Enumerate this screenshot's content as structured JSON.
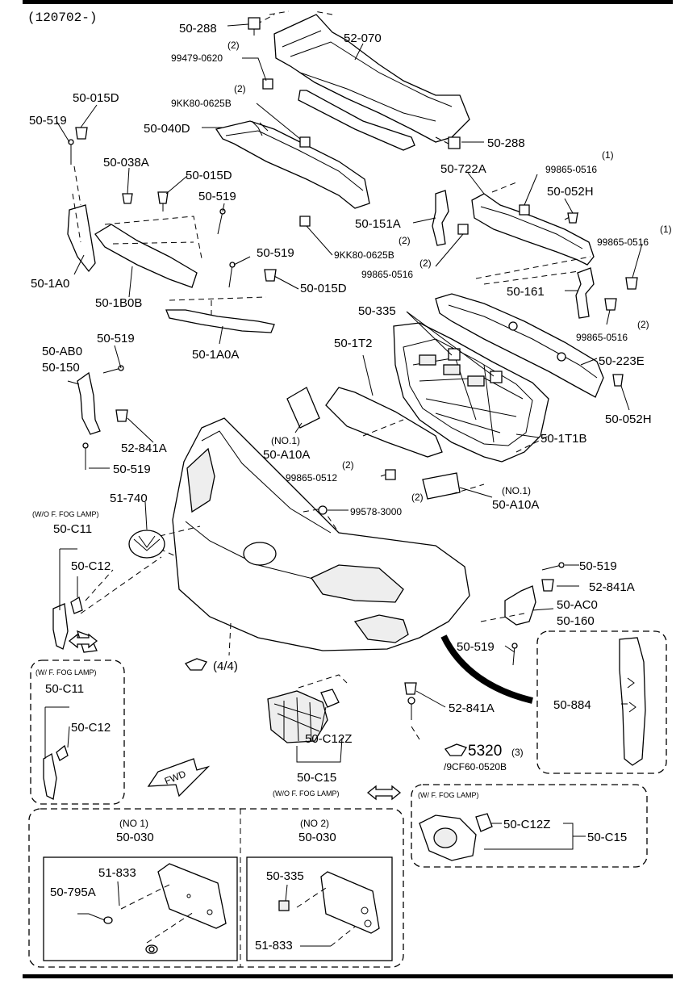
{
  "header": {
    "code": "(120702-)"
  },
  "labels": {
    "p50_288_top": "50-288",
    "p52_070": "52-070",
    "q2_a": "(2)",
    "p99479_0620": "99479-0620",
    "q2_b": "(2)",
    "p9kk80_0625b_top": "9KK80-0625B",
    "p50_015d_top": "50-015D",
    "p50_519_a": "50-519",
    "p50_040d": "50-040D",
    "p50_288_right": "50-288",
    "p50_038a": "50-038A",
    "p50_015d_mid": "50-015D",
    "p50_519_b": "50-519",
    "p50_722a": "50-722A",
    "q1_a": "(1)",
    "p99865_0516_a": "99865-0516",
    "p50_052h_top": "50-052H",
    "p50_151a": "50-151A",
    "q2_c": "(2)",
    "p9kk80_0625b_bot": "9KK80-0625B",
    "q2_d": "(2)",
    "p99865_0516_b": "99865-0516",
    "q1_b": "(1)",
    "p99865_0516_c": "99865-0516",
    "p50_1a0": "50-1A0",
    "p50_1b0b": "50-1B0B",
    "p50_519_c": "50-519",
    "p50_015d_low": "50-015D",
    "p50_161": "50-161",
    "p50_335_top": "50-335",
    "q2_e": "(2)",
    "p99865_0516_d": "99865-0516",
    "p50_1a0a": "50-1A0A",
    "p50_519_d": "50-519",
    "p50_ab0": "50-AB0",
    "p50_150": "50-150",
    "p50_1t2": "50-1T2",
    "p50_223e": "50-223E",
    "p50_052h_right": "50-052H",
    "p52_841a_left": "52-841A",
    "no1_a": "(NO.1)",
    "p50_a10a_left": "50-A10A",
    "p50_1t1b": "50-1T1B",
    "p50_519_e": "50-519",
    "q2_f": "(2)",
    "p99865_0512": "99865-0512",
    "p51_740": "51-740",
    "no1_b": "(NO.1)",
    "p50_a10a_right": "50-A10A",
    "q2_g": "(2)",
    "p99578_3000": "99578-3000",
    "wo_fog_1": "(W/O F. FOG LAMP)",
    "p50_c11_top": "50-C11",
    "p50_c12_top": "50-C12",
    "p50_519_f": "50-519",
    "p52_841a_right": "52-841A",
    "p50_ac0": "50-AC0",
    "p50_160": "50-160",
    "p50_519_g": "50-519",
    "ref_44": "(4/4)",
    "w_fog_1": "(W/ F. FOG LAMP)",
    "p50_c11_box": "50-C11",
    "p50_c12_box": "50-C12",
    "p52_841a_low": "52-841A",
    "p50_884": "50-884",
    "p50_c12z_mid": "50-C12Z",
    "ref_5320": "5320",
    "q3": "(3)",
    "p9cf60": "/9CF60-0520B",
    "p50_c15_mid": "50-C15",
    "wo_fog_2": "(W/O F. FOG LAMP)",
    "w_fog_2": "(W/ F. FOG LAMP)",
    "p50_c12z_box": "50-C12Z",
    "p50_c15_box": "50-C15",
    "fwd": "FWD",
    "no1_plate": "(NO 1)",
    "p50_030_a": "50-030",
    "no2_plate": "(NO 2)",
    "p50_030_b": "50-030",
    "p51_833_a": "51-833",
    "p50_795a": "50-795A",
    "p50_335_plate": "50-335",
    "p51_833_b": "51-833"
  }
}
